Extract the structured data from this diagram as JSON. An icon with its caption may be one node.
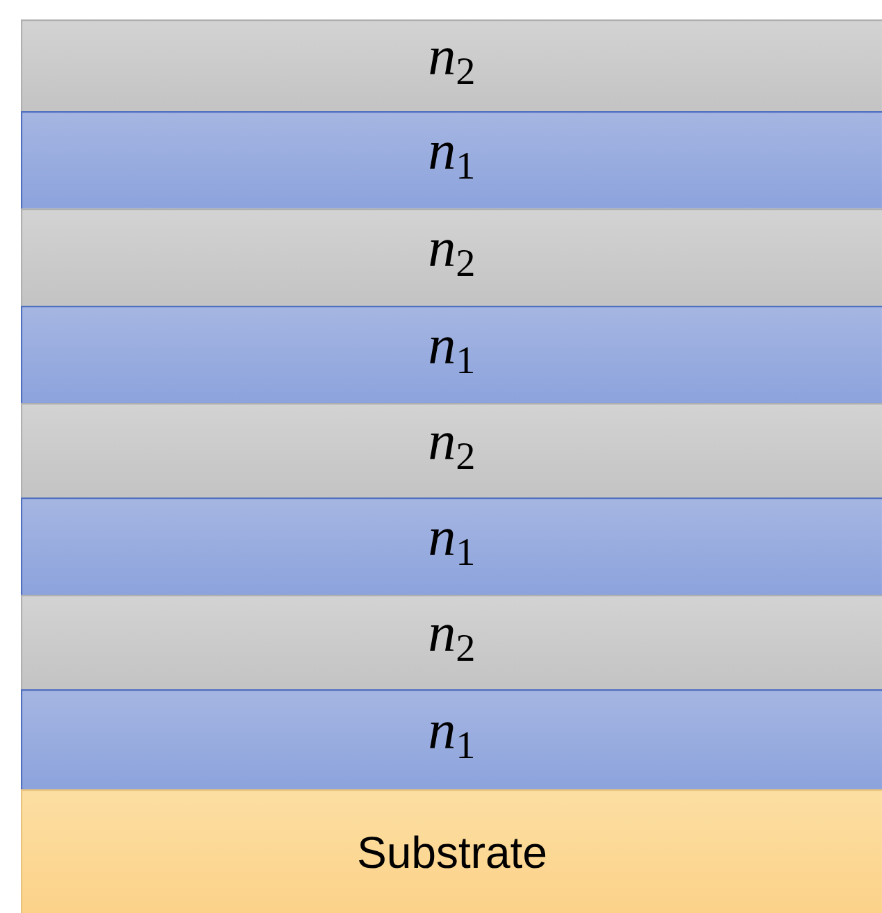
{
  "diagram": {
    "nodes": [
      {
        "text": [
          "*n*$_{2}$"
        ]
      },
      {
        "text": [
          "*n*$_{1}$"
        ]
      },
      {
        "text": [
          "*n*$_{2}$"
        ]
      },
      {
        "text": [
          "*n*$_{1}$"
        ]
      },
      {
        "text": [
          "*n*$_{2}$"
        ]
      },
      {
        "text": [
          "*n*$_{1}$"
        ]
      },
      {
        "text": [
          "*n*$_{2}$"
        ]
      },
      {
        "text": [
          "*n*$_{1}$"
        ]
      },
      {
        "text": [
          "Substrate"
        ]
      }
    ]
  }
}
